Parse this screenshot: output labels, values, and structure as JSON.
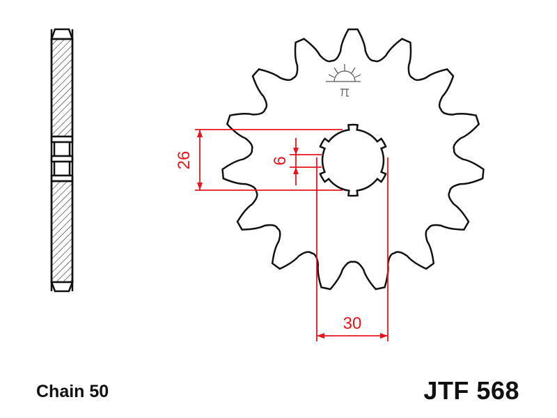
{
  "drawing": {
    "teeth_count": 15,
    "chain_label": "Chain 50",
    "part_number": "JTF 568",
    "dimensions": {
      "inner_diameter": "26",
      "spline_width": "6",
      "outer_spline_diameter": "30"
    },
    "colors": {
      "outline": "#111111",
      "dimension": "#e8141c",
      "logo": "#555555"
    }
  }
}
